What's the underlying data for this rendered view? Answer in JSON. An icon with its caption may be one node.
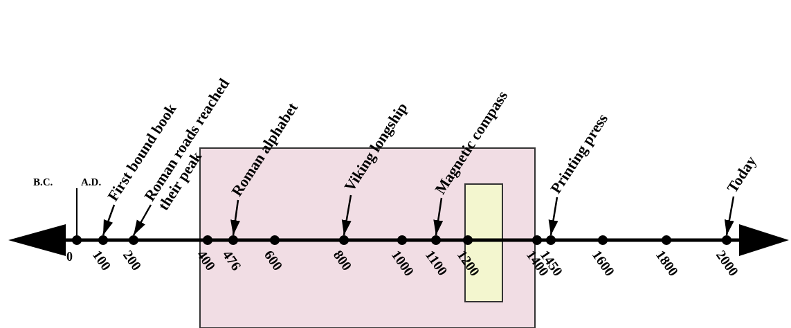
{
  "diagram": {
    "nodes": [
      {
        "text": [],
        "shape": "box"
      },
      {
        "text": [],
        "shape": "box",
        "in": 0
      },
      {
        "text": [
          "First bound book"
        ]
      },
      {
        "text": [
          "Roman roads reached their peak"
        ]
      },
      {
        "text": [
          "Roman alphabet"
        ]
      },
      {
        "text": [
          "Viking longship"
        ]
      },
      {
        "text": [
          "Magnetic compass"
        ]
      },
      {
        "text": [
          "Printing press"
        ]
      },
      {
        "text": [
          "Today"
        ]
      },
      {
        "text": [],
        "shape": "circle"
      },
      {
        "text": [],
        "shape": "circle"
      },
      {
        "text": [],
        "shape": "circle"
      },
      {
        "text": [],
        "shape": "circle",
        "in": 0
      },
      {
        "text": [],
        "shape": "circle",
        "in": 0
      },
      {
        "text": [],
        "shape": "circle",
        "in": 0
      },
      {
        "text": [],
        "shape": "circle",
        "in": 0
      },
      {
        "text": [],
        "shape": "circle",
        "in": 0
      },
      {
        "text": [],
        "shape": "circle",
        "in": 0
      },
      {
        "text": [],
        "shape": "circle",
        "in": 1
      },
      {
        "text": [],
        "shape": "circle"
      },
      {
        "text": [],
        "shape": "circle"
      },
      {
        "text": [],
        "shape": "circle"
      },
      {
        "text": [],
        "shape": "circle"
      },
      {
        "text": [],
        "shape": "circle"
      }
    ],
    "edges": [
      {
        "from": 2,
        "to": 10,
        "arrow": "to"
      },
      {
        "from": 3,
        "to": 11,
        "arrow": "to"
      },
      {
        "from": 4,
        "to": 13,
        "arrow": "to"
      },
      {
        "from": 5,
        "to": 15,
        "arrow": "to"
      },
      {
        "from": 6,
        "to": 17,
        "arrow": "to"
      },
      {
        "from": 7,
        "to": 20,
        "arrow": "to"
      },
      {
        "from": 8,
        "to": 23,
        "arrow": "to"
      }
    ],
    "labels": [
      "B.C.",
      "A.D.",
      "0",
      "100",
      "200",
      "400",
      "476",
      "600",
      "800",
      "1000",
      "1100",
      "1200",
      "1400",
      "1450",
      "1600",
      "1800",
      "2000"
    ]
  }
}
